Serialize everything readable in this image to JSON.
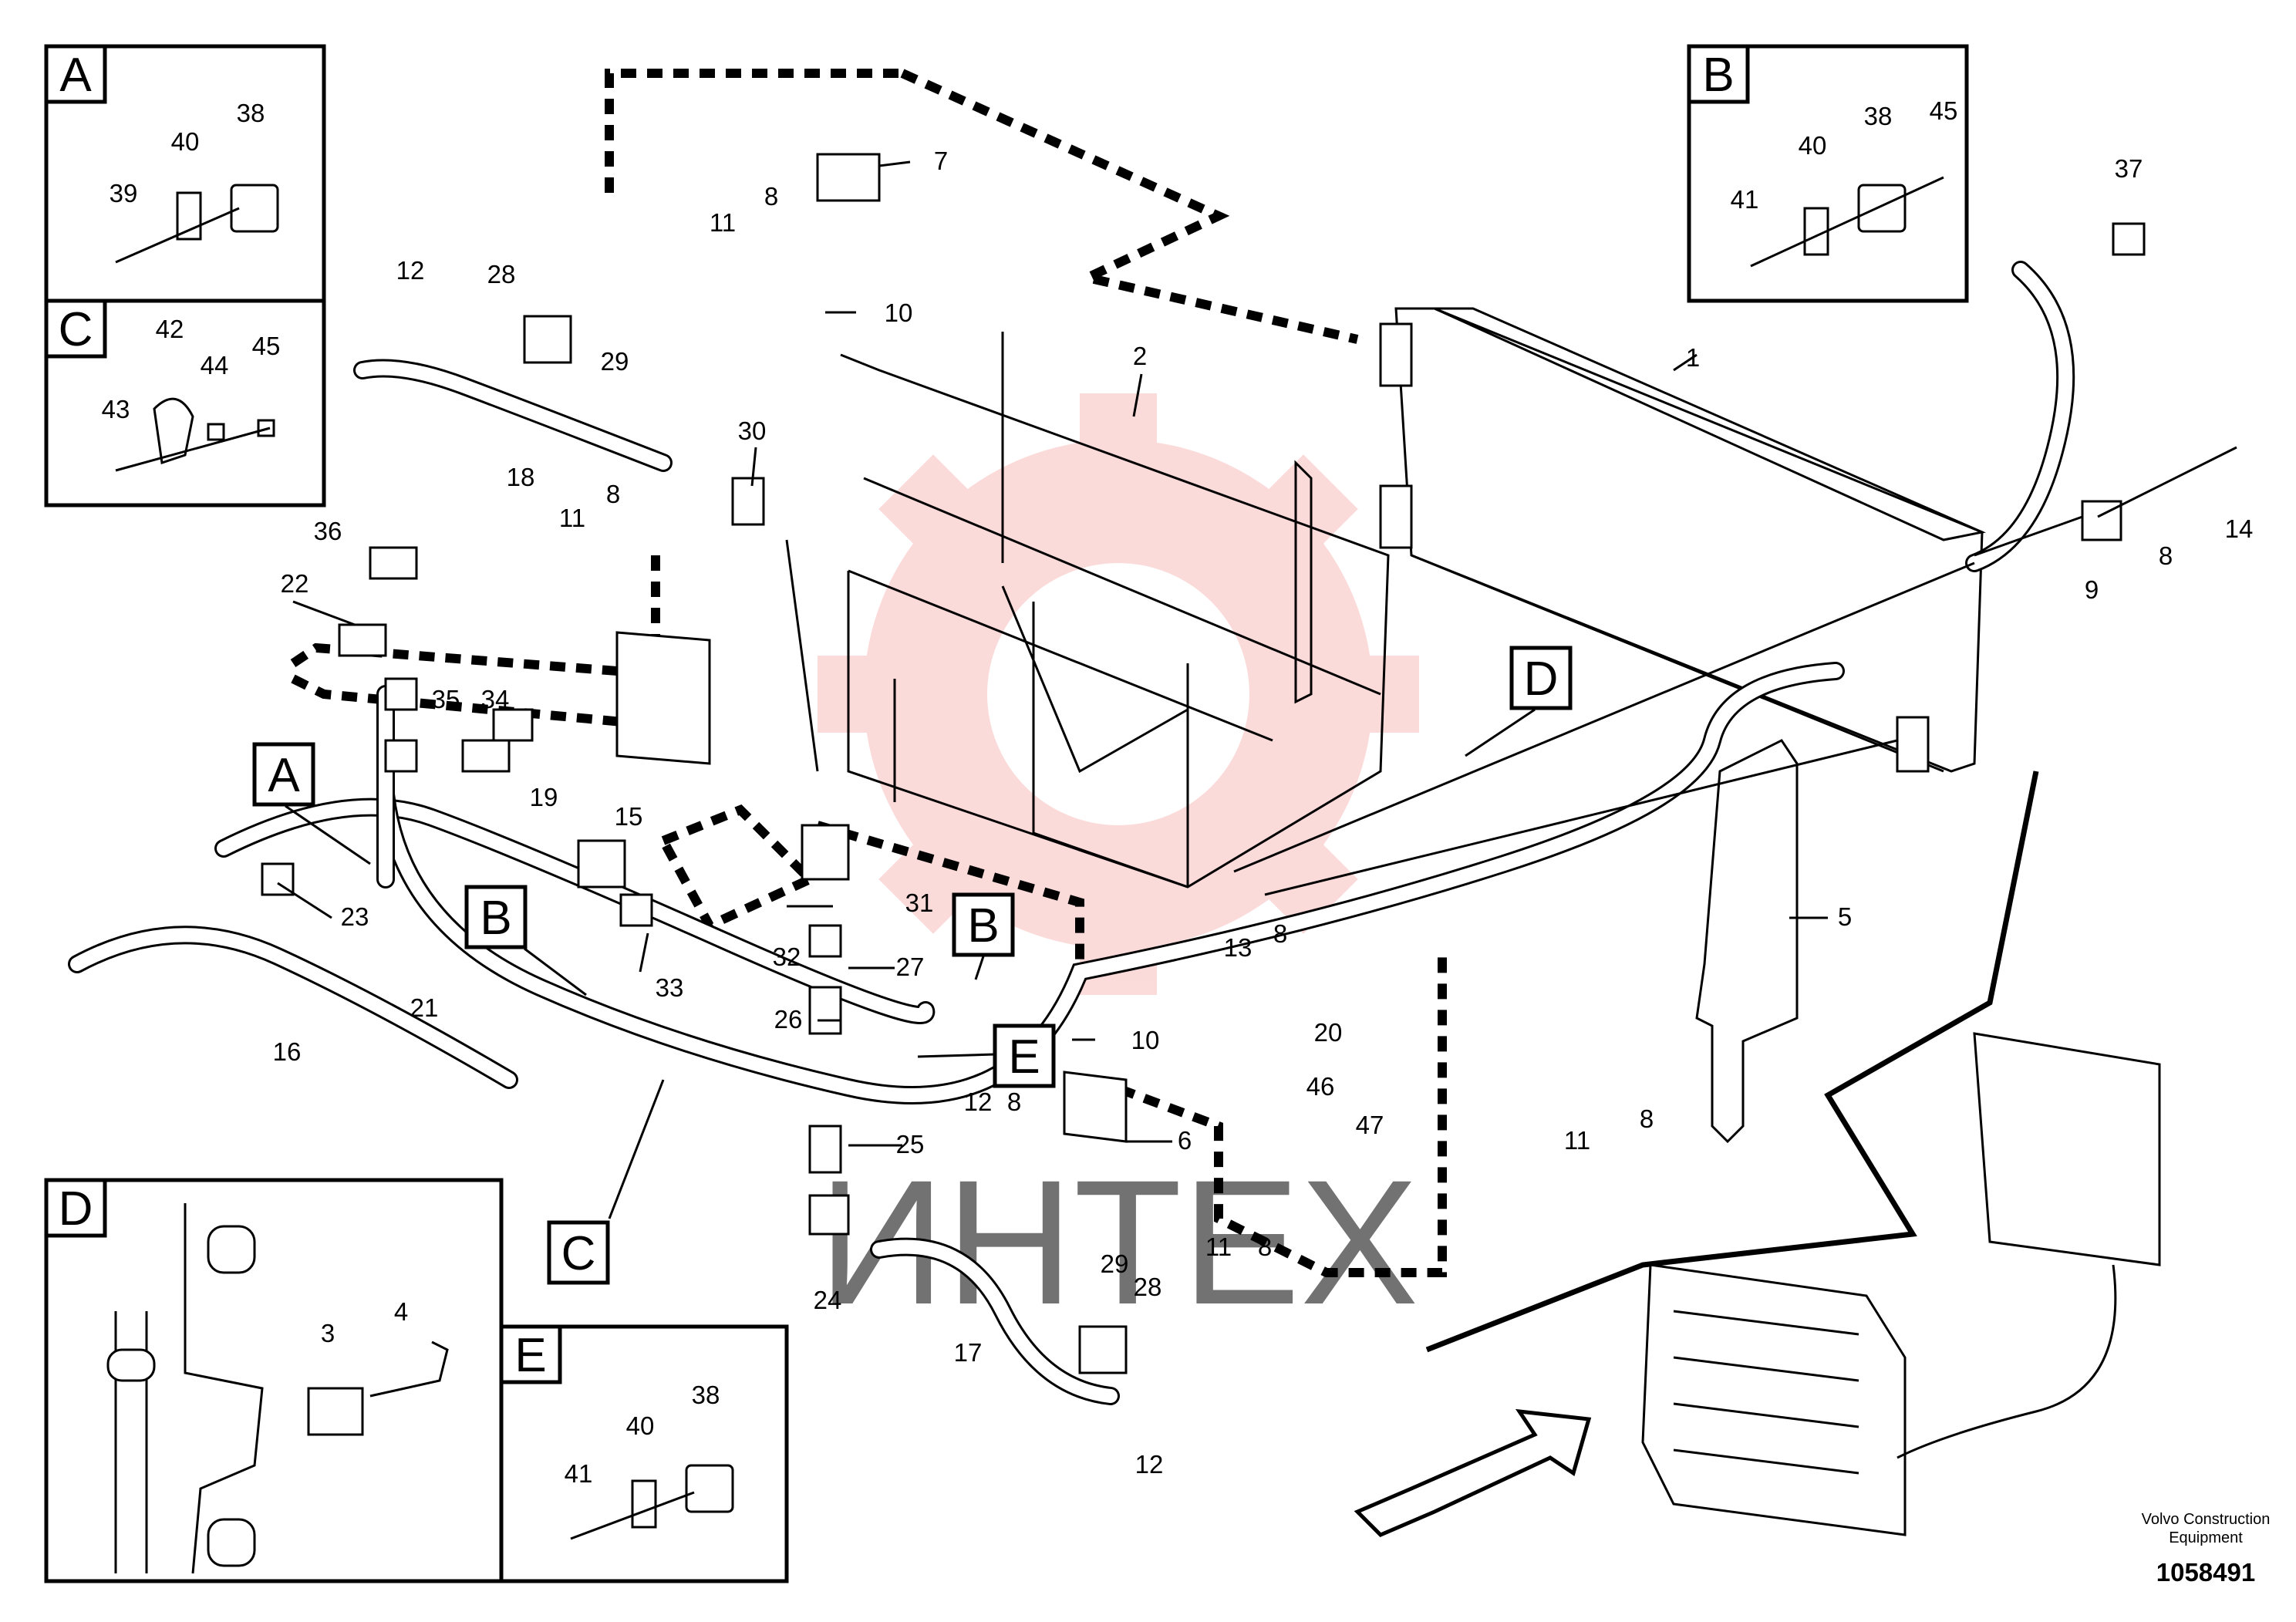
{
  "inset_boxes": [
    {
      "letter": "A",
      "parts": [
        "40",
        "38",
        "39"
      ]
    },
    {
      "letter": "C",
      "parts": [
        "42",
        "44",
        "45",
        "43"
      ]
    },
    {
      "letter": "B",
      "parts": [
        "40",
        "38",
        "45",
        "41"
      ]
    },
    {
      "letter": "D",
      "parts": [
        "3",
        "4"
      ]
    },
    {
      "letter": "E",
      "parts": [
        "40",
        "38",
        "41"
      ]
    }
  ],
  "detail_tags": [
    "A",
    "B",
    "C",
    "D",
    "E"
  ],
  "callouts": [
    "1",
    "2",
    "5",
    "6",
    "7",
    "8",
    "8",
    "8",
    "8",
    "8",
    "8",
    "8",
    "9",
    "10",
    "10",
    "11",
    "11",
    "11",
    "11",
    "12",
    "12",
    "12",
    "13",
    "14",
    "15",
    "16",
    "17",
    "18",
    "19",
    "20",
    "21",
    "22",
    "23",
    "24",
    "25",
    "26",
    "27",
    "28",
    "28",
    "29",
    "29",
    "30",
    "31",
    "32",
    "33",
    "34",
    "35",
    "36",
    "37",
    "46",
    "47"
  ],
  "watermark": "ИНТЕХ",
  "footer": {
    "company": "Volvo Construction",
    "company_line2": "Equipment",
    "figure_number": "1058491"
  }
}
